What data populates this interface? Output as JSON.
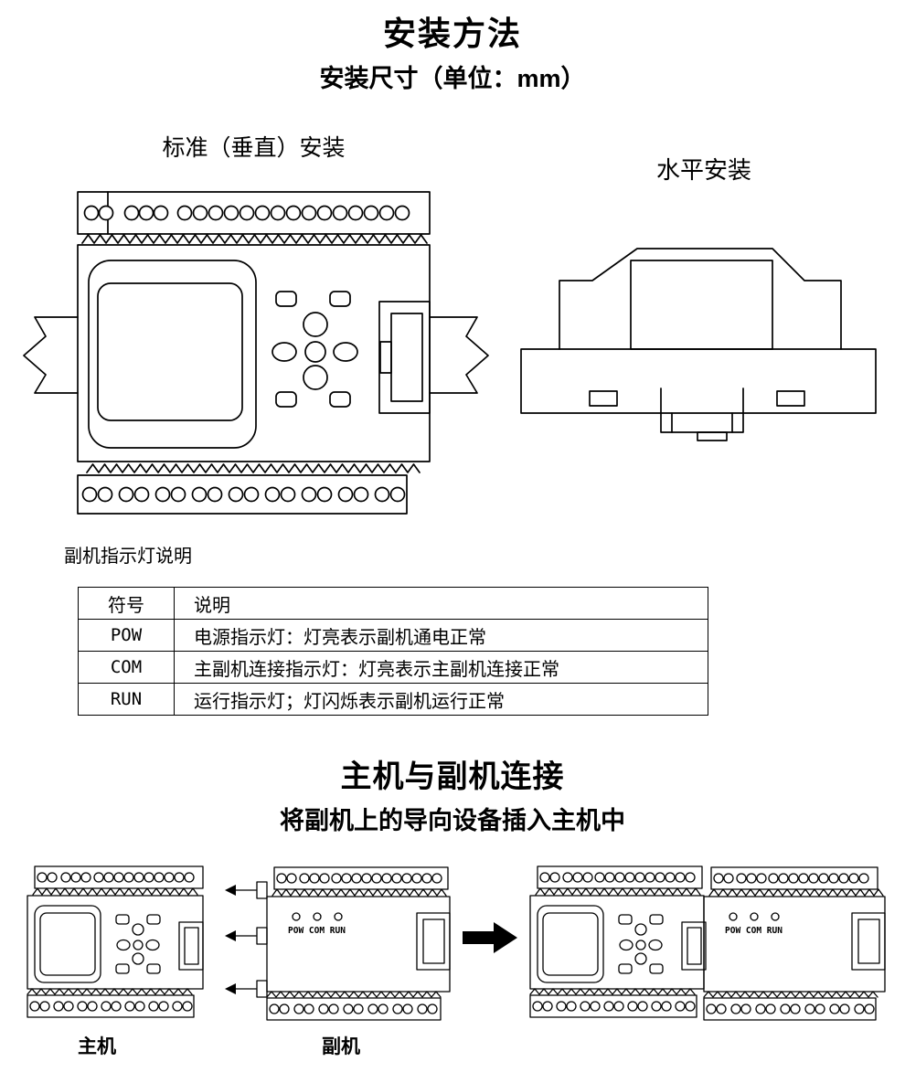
{
  "page": {
    "title": "安装方法",
    "subtitle": "安装尺寸（单位：mm）"
  },
  "install_diagrams": {
    "vertical_label": "标准（垂直）安装",
    "horizontal_label": "水平安装"
  },
  "indicator_section": {
    "heading": "副机指示灯说明",
    "table": {
      "headers": [
        "符号",
        "说明"
      ],
      "rows": [
        {
          "symbol": "POW",
          "description": "电源指示灯：灯亮表示副机通电正常"
        },
        {
          "symbol": "COM",
          "description": "主副机连接指示灯：灯亮表示主副机连接正常"
        },
        {
          "symbol": "RUN",
          "description": "运行指示灯；灯闪烁表示副机运行正常"
        }
      ]
    }
  },
  "connection_section": {
    "title": "主机与副机连接",
    "subtitle": "将副机上的导向设备插入主机中",
    "indicator_labels": "POW COM RUN",
    "master_label": "主机",
    "slave_label": "副机"
  }
}
